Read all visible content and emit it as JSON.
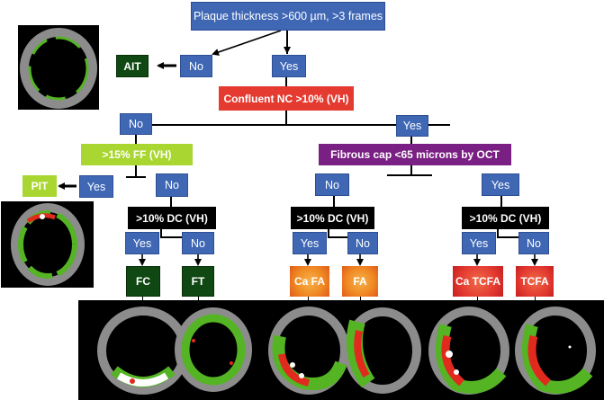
{
  "root": {
    "label": "Plaque thickness >600  µm, >3 frames"
  },
  "level1": {
    "no_label": "No",
    "yes_label": "Yes",
    "ait_label": "AIT"
  },
  "confluent": {
    "label": "Confluent NC >10% (VH)"
  },
  "level2": {
    "no_label": "No",
    "yes_label": "Yes"
  },
  "ff": {
    "label": ">15% FF (VH)",
    "yes_label": "Yes",
    "no_label": "No",
    "pit_label": "PIT"
  },
  "fibrous_cap": {
    "label": "Fibrous cap <65 microns by OCT",
    "no_label": "No",
    "yes_label": "Yes"
  },
  "dc": {
    "label": ">10% DC (VH)"
  },
  "leaf": {
    "yes_label": "Yes",
    "no_label": "No"
  },
  "outcomes": {
    "fc": "FC",
    "ft": "FT",
    "cafa": "Ca FA",
    "fa": "FA",
    "catcfa": "Ca TCFA",
    "tcfa": "TCFA"
  },
  "colors": {
    "blue": "#3f67b4",
    "red": "#e43a30",
    "lime": "#a9d631",
    "purple": "#7a1f83",
    "dark_green": "#0f4812",
    "orange": "#f08a24",
    "vessel_gray": "#8c8c8c",
    "tissue_green": "#54b424",
    "tissue_red": "#e02a1e",
    "calcium_white": "#ffffff"
  }
}
